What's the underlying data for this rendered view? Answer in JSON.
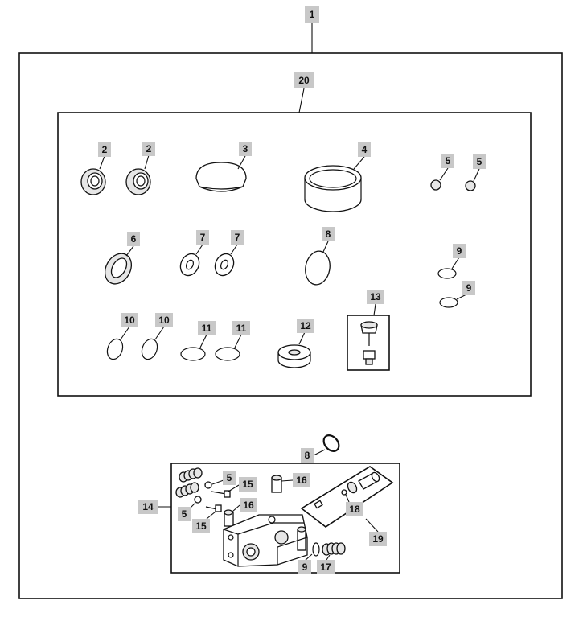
{
  "callouts": {
    "c1": "1",
    "c20": "20",
    "c2a": "2",
    "c2b": "2",
    "c3": "3",
    "c4": "4",
    "c5a": "5",
    "c5b": "5",
    "c6": "6",
    "c7a": "7",
    "c7b": "7",
    "c8a": "8",
    "c9a": "9",
    "c9b": "9",
    "c10a": "10",
    "c10b": "10",
    "c11a": "11",
    "c11b": "11",
    "c12": "12",
    "c13": "13",
    "c8b": "8",
    "c5c": "5",
    "c15a": "15",
    "c16a": "16",
    "c14": "14",
    "c5d": "5",
    "c15b": "15",
    "c16b": "16",
    "c18": "18",
    "c19": "19",
    "c9c": "9",
    "c17": "17"
  }
}
